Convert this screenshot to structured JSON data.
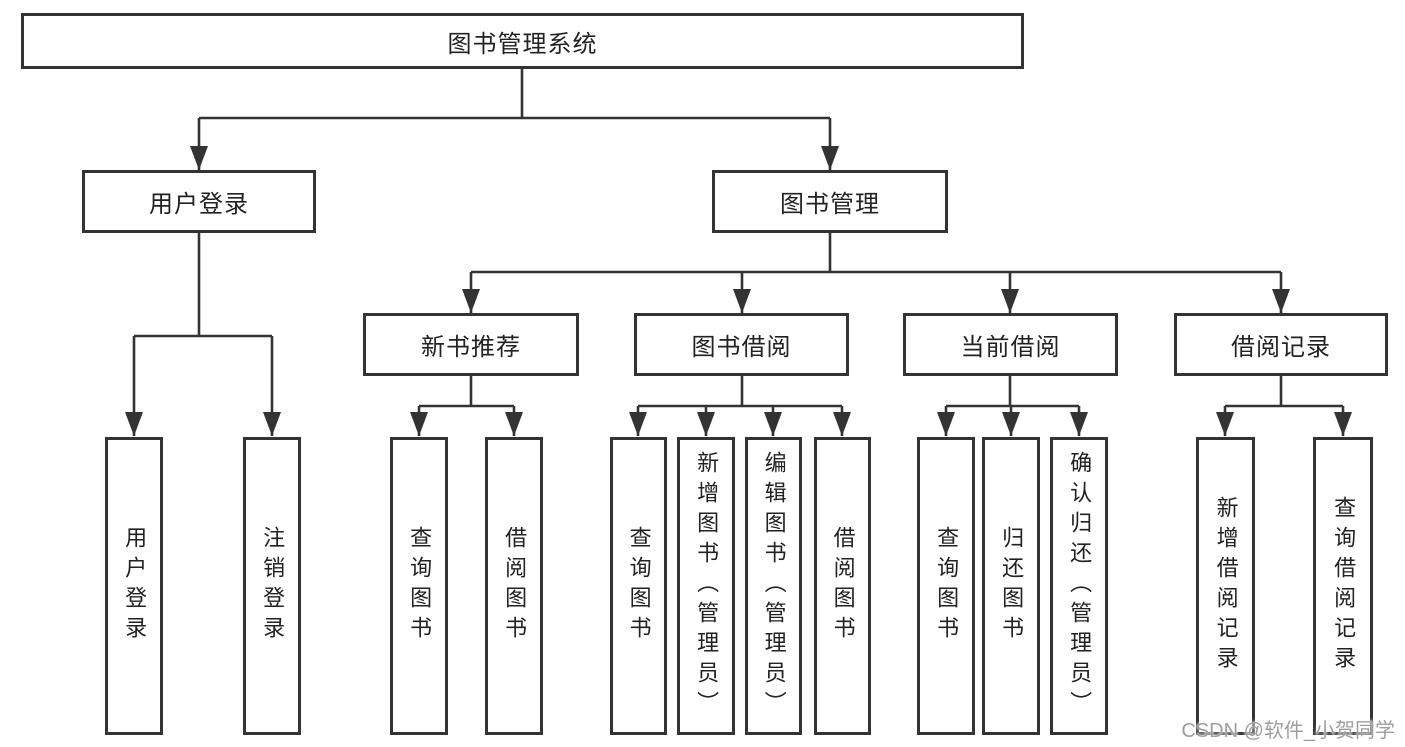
{
  "title": "图书管理系统",
  "watermark": "CSDN @软件_小贺同学",
  "colors": {
    "line": "#333333",
    "box_border": "#333333",
    "text": "#222222",
    "watermark": "#9e9e9e",
    "background": "#ffffff"
  },
  "tree": {
    "label": "图书管理系统",
    "children": [
      {
        "label": "用户登录",
        "children": [
          {
            "label": "用户登录"
          },
          {
            "label": "注销登录"
          }
        ]
      },
      {
        "label": "图书管理",
        "children": [
          {
            "label": "新书推荐",
            "children": [
              {
                "label": "查询图书"
              },
              {
                "label": "借阅图书"
              }
            ]
          },
          {
            "label": "图书借阅",
            "children": [
              {
                "label": "查询图书"
              },
              {
                "label": "新增图书（管理员）"
              },
              {
                "label": "编辑图书（管理员）"
              },
              {
                "label": "借阅图书"
              }
            ]
          },
          {
            "label": "当前借阅",
            "children": [
              {
                "label": "查询图书"
              },
              {
                "label": "归还图书"
              },
              {
                "label": "确认归还（管理员）"
              }
            ]
          },
          {
            "label": "借阅记录",
            "children": [
              {
                "label": "新增借阅记录"
              },
              {
                "label": "查询借阅记录"
              }
            ]
          }
        ]
      }
    ]
  }
}
